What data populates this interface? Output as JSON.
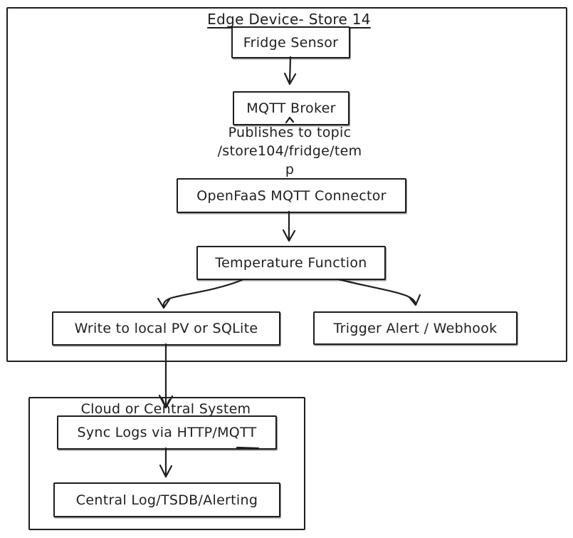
{
  "edge_group": {
    "title": "Edge Device- Store 14",
    "fridge_sensor": "Fridge Sensor",
    "mqtt_broker": "MQTT Broker",
    "publish_note_line1": "Publishes to topic",
    "publish_note_line2": "/store104/fridge/tem",
    "publish_note_line3": "p",
    "openfaas_connector": "OpenFaaS MQTT Connector",
    "temperature_function": "Temperature Function",
    "write_local": "Write to local PV or SQLite",
    "trigger_alert": "Trigger Alert / Webhook"
  },
  "cloud_group": {
    "title": "Cloud or Central System",
    "sync_logs": "Sync Logs via HTTP/MQTT",
    "central_log": "Central Log/TSDB/Alerting"
  },
  "colors": {
    "stroke": "#1e1e1e",
    "background": "#ffffff"
  }
}
